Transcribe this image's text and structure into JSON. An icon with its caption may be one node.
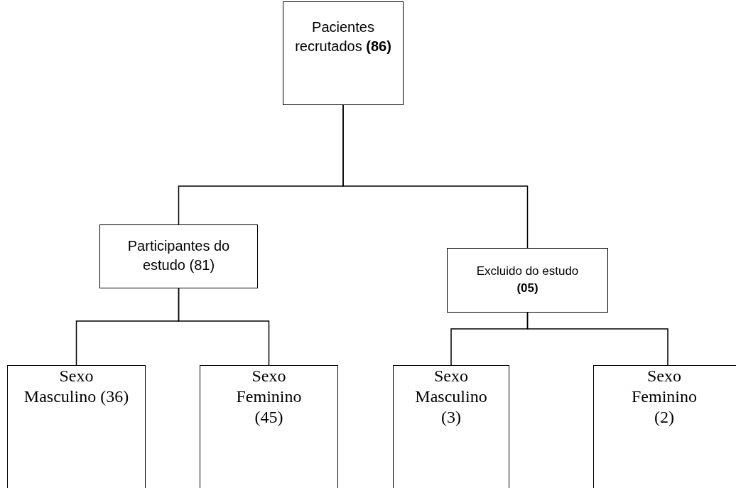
{
  "diagram": {
    "nodes": [
      {
        "text": [
          "Pacientes recrutados **(86)**"
        ]
      },
      {
        "text": [
          "Participantes do estudo (81)"
        ]
      },
      {
        "text": [
          "Excluido do estudo **(05)**"
        ]
      },
      {
        "text": [
          "Sexo Masculino (36)"
        ]
      },
      {
        "text": [
          "Sexo Feminino (45)"
        ]
      },
      {
        "text": [
          "Sexo Masculino (3)"
        ]
      },
      {
        "text": [
          "Sexo Feminino (2)"
        ]
      }
    ],
    "edges": [
      {
        "from": 0,
        "to": 1,
        "arrow": "none"
      },
      {
        "from": 0,
        "to": 2,
        "arrow": "none"
      },
      {
        "from": 1,
        "to": 3,
        "arrow": "none"
      },
      {
        "from": 1,
        "to": 4,
        "arrow": "none"
      },
      {
        "from": 2,
        "to": 5,
        "arrow": "none"
      },
      {
        "from": 2,
        "to": 6,
        "arrow": "none"
      }
    ]
  }
}
